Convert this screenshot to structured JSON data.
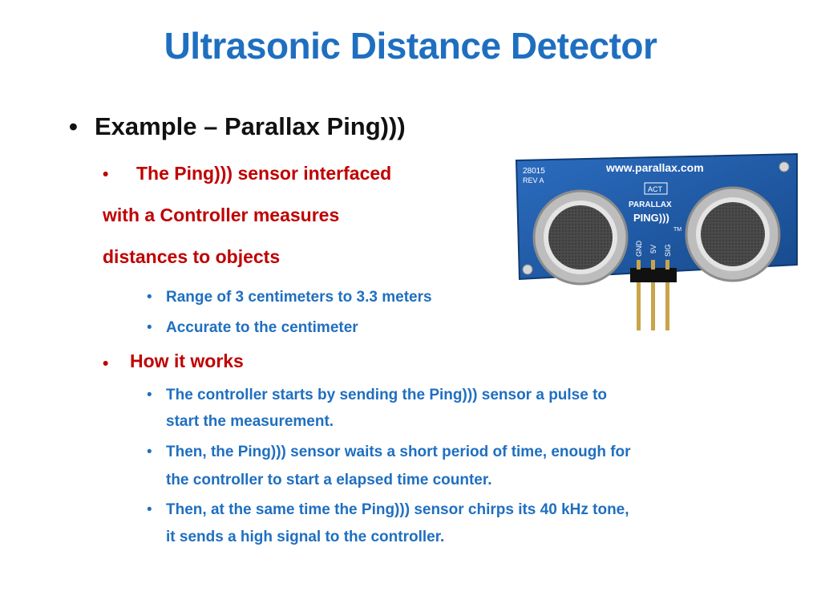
{
  "colors": {
    "title": "#1F6FC0",
    "red": "#C00000",
    "blue": "#1F6FC0",
    "board": "#1E5AA8",
    "transducer": "#C8C8C8"
  },
  "slide": {
    "title": "Ultrasonic Distance Detector",
    "bullet_l1": "Example – Parallax Ping)))",
    "sub_lines": [
      "The Ping))) sensor interfaced",
      "with a Controller measures",
      "distances to objects"
    ],
    "sub_points": [
      "Range of 3 centimeters to 3.3 meters",
      "Accurate to the centimeter"
    ],
    "how_heading": "How it works",
    "how_points": [
      {
        "line1": "The controller starts by sending the Ping))) sensor a pulse to",
        "line2": "start the measurement."
      },
      {
        "line1": "Then, the Ping))) sensor waits a short period of time, enough for",
        "line2": "the controller to start a elapsed time counter."
      },
      {
        "line1": "Then, at the same time the Ping))) sensor chirps its 40 kHz tone,",
        "line2": "it sends a high signal to the controller."
      }
    ]
  },
  "sensor_image": {
    "website": "www.parallax.com",
    "part_no": "28015",
    "rev": "REV A",
    "act": "ACT",
    "brand": "PARALLAX",
    "model": "PING)))",
    "tm": "TM",
    "pins": [
      "GND",
      "5V",
      "SIG"
    ]
  }
}
